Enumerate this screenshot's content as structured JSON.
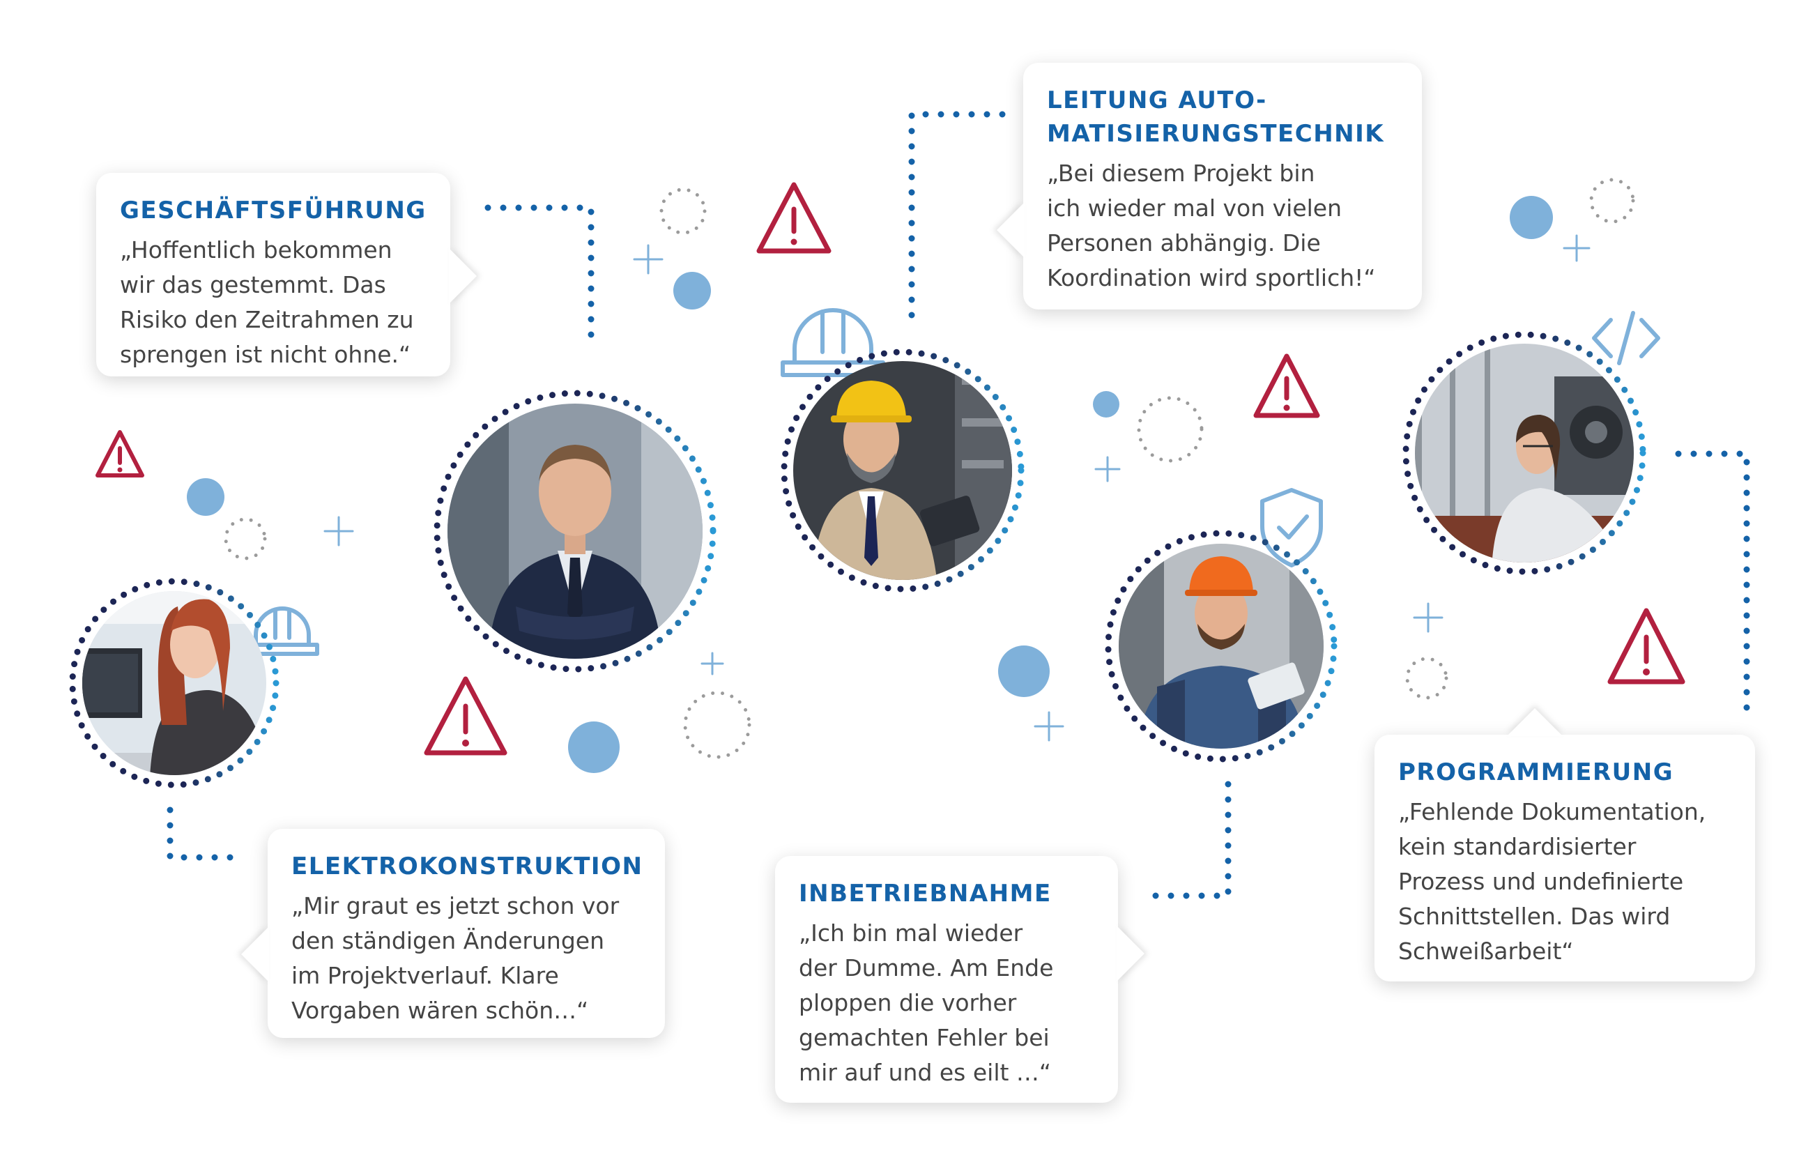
{
  "colors": {
    "accent_blue": "#1462a8",
    "light_blue": "#7fb1da",
    "navy": "#1c2555",
    "mid_blue": "#2a84c6",
    "warning_red": "#b2203f",
    "grey_dots": "#9b9b9b",
    "text": "#444444"
  },
  "icons": [
    "warning-triangle-icon",
    "hard-hat-icon",
    "shield-check-icon",
    "code-brackets-icon",
    "plus-sparkle-icon"
  ],
  "personas": [
    {
      "id": "geschaeftsfuehrung",
      "title": "GESCHÄFTSFÜHRUNG",
      "quote": "„Hoffentlich bekommen\nwir das gestemmt. Das\nRisiko den Zeitrahmen zu\nsprengen ist nicht ohne.“",
      "photo": "businessman-suit-arms-crossed"
    },
    {
      "id": "elektrokonstruktion",
      "title": "ELEKTROKONSTRUKTION",
      "quote": "„Mir graut es jetzt schon vor\nden ständigen Änderungen\nim Projektverlauf. Klare\nVorgaben wären schön…“",
      "photo": "woman-red-hair-at-computer"
    },
    {
      "id": "leitung-automatisierung",
      "title": "LEITUNG AUTO-\nMATISIERUNGSTECHNIK",
      "quote": "„Bei diesem Projekt bin\nich wieder mal von vielen\nPersonen abhängig. Die\nKoordination wird sportlich!“",
      "photo": "man-yellow-helmet-tablet"
    },
    {
      "id": "inbetriebnahme",
      "title": "INBETRIEBNAHME",
      "quote": "„Ich bin mal wieder\nder Dumme. Am Ende\nploppen die vorher\ngemachten Fehler bei\nmir auf und es eilt …“",
      "photo": "man-orange-helmet-tablet"
    },
    {
      "id": "programmierung",
      "title": "PROGRAMMIERUNG",
      "quote": "„Fehlende Dokumentation,\nkein standardisierter\nProzess und undefinierte\nSchnittstellen. Das wird\nSchweißarbeit“",
      "photo": "woman-glasses-lab-machine"
    }
  ]
}
